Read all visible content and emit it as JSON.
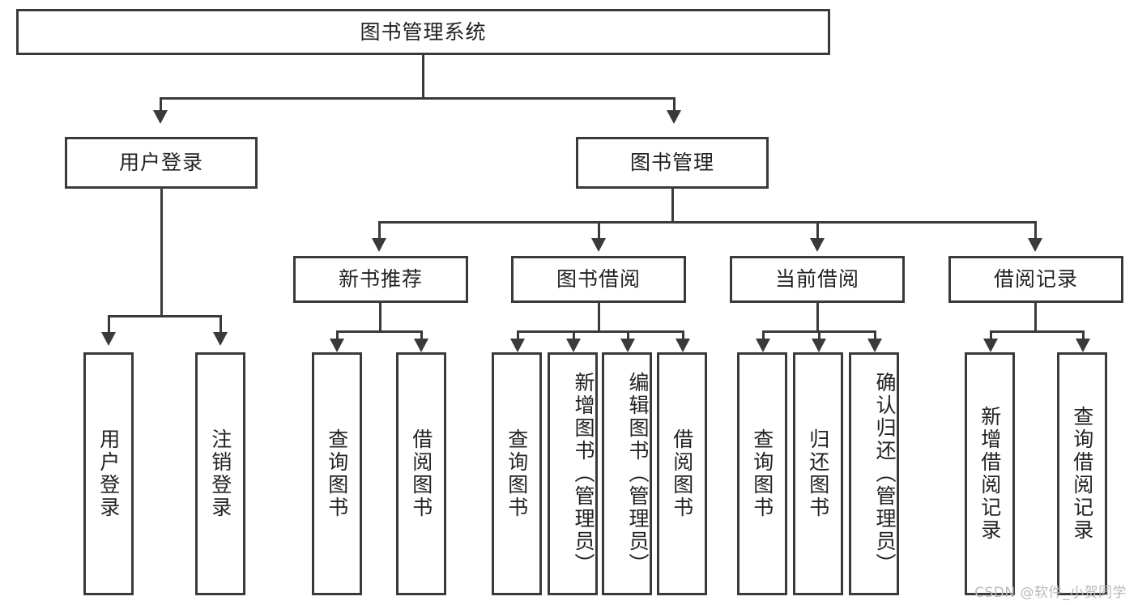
{
  "diagram": {
    "title": "图书管理系统",
    "watermark": "CSDN @软件_小贺同学",
    "type": "tree-hierarchy",
    "line_color": "#3a3a3a",
    "background_color": "#ffffff",
    "text_color": "#222222",
    "root": {
      "label": "图书管理系统",
      "level": 1
    },
    "level2": [
      {
        "label": "用户登录"
      },
      {
        "label": "图书管理"
      }
    ],
    "level3": [
      {
        "label": "新书推荐",
        "parent": "图书管理"
      },
      {
        "label": "图书借阅",
        "parent": "图书管理"
      },
      {
        "label": "当前借阅",
        "parent": "图书管理"
      },
      {
        "label": "借阅记录",
        "parent": "图书管理"
      }
    ],
    "leaves": {
      "user_login": [
        {
          "label": "用户登录"
        },
        {
          "label": "注销登录"
        }
      ],
      "new_book_recommend": [
        {
          "label": "查询图书"
        },
        {
          "label": "借阅图书"
        }
      ],
      "book_borrow": [
        {
          "label": "查询图书"
        },
        {
          "label": "新增图书（管理员）"
        },
        {
          "label": "编辑图书（管理员）"
        },
        {
          "label": "借阅图书"
        }
      ],
      "current_borrow": [
        {
          "label": "查询图书"
        },
        {
          "label": "归还图书"
        },
        {
          "label": "确认归还（管理员）"
        }
      ],
      "borrow_record": [
        {
          "label": "新增借阅记录"
        },
        {
          "label": "查询借阅记录"
        }
      ]
    }
  }
}
